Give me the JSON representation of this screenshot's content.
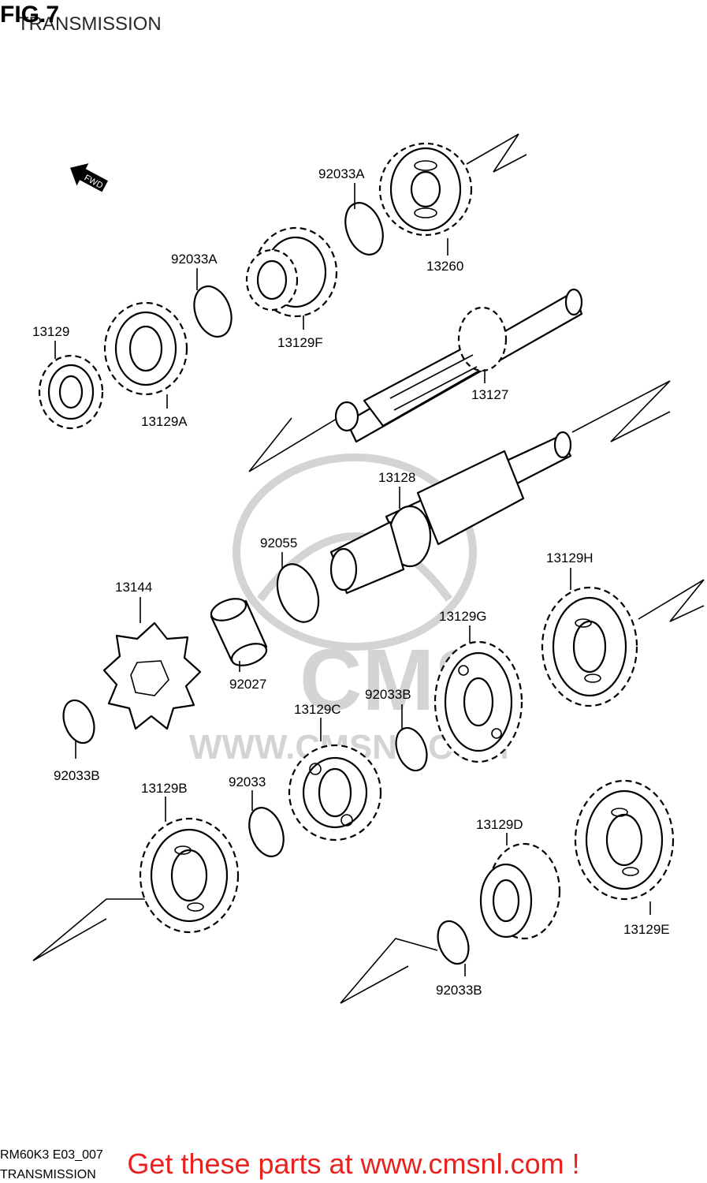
{
  "header": {
    "fig": "FIG.7",
    "title": "TRANSMISSION"
  },
  "fwd_label": "FWD",
  "watermark": {
    "brand": "CMS",
    "url": "WWW.CMSNL.COM"
  },
  "callouts": [
    "92033A",
    "13260",
    "92033A",
    "13129F",
    "13129",
    "13129A",
    "13127",
    "13128",
    "92055",
    "13144",
    "92027",
    "13129H",
    "13129G",
    "92033B",
    "13129C",
    "92033B",
    "92033",
    "13129B",
    "13129D",
    "13129E",
    "92033B"
  ],
  "footer": {
    "code": "RM60K3 E03_007",
    "title": "TRANSMISSION"
  },
  "promo": "Get these parts at www.cmsnl.com !",
  "colors": {
    "promo": "#e8231f",
    "ink": "#000000",
    "watermark": "#d4d4d4"
  }
}
